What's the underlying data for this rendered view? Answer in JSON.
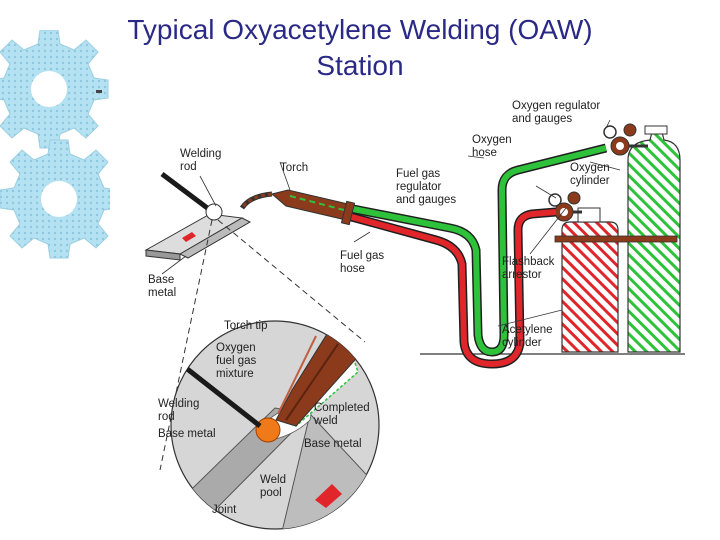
{
  "title_line1": "Typical Oxyacetylene Welding (OAW)",
  "title_line2": "Station",
  "labels": {
    "welding_rod": "Welding\nrod",
    "torch": "Torch",
    "fuel_gas_regulator": "Fuel gas\nregulator\nand gauges",
    "oxygen_regulator": "Oxygen regulator\nand gauges",
    "oxygen_hose": "Oxygen\nhose",
    "oxygen_cylinder": "Oxygen\ncylinder",
    "base_metal": "Base\nmetal",
    "fuel_gas_hose": "Fuel gas\nhose",
    "flashback_arrestor": "Flashback\narrestor",
    "acetylene_cylinder": "Acetylene\ncylinder",
    "torch_tip": "Torch tip",
    "oxygen_fuel_mixture": "Oxygen\nfuel gas\nmixture",
    "welding_rod_detail": "Welding\nrod",
    "base_metal_detail_left": "Base metal",
    "completed_weld": "Completed\nweld",
    "base_metal_detail_right": "Base metal",
    "weld_pool": "Weld\npool",
    "joint": "Joint"
  },
  "colors": {
    "title": "#2a2a86",
    "oxygen_green": "#2ec23a",
    "acetylene_red": "#e0262b",
    "torch_brown": "#8b3a1c",
    "gear_blue": "#a8d9ec"
  }
}
